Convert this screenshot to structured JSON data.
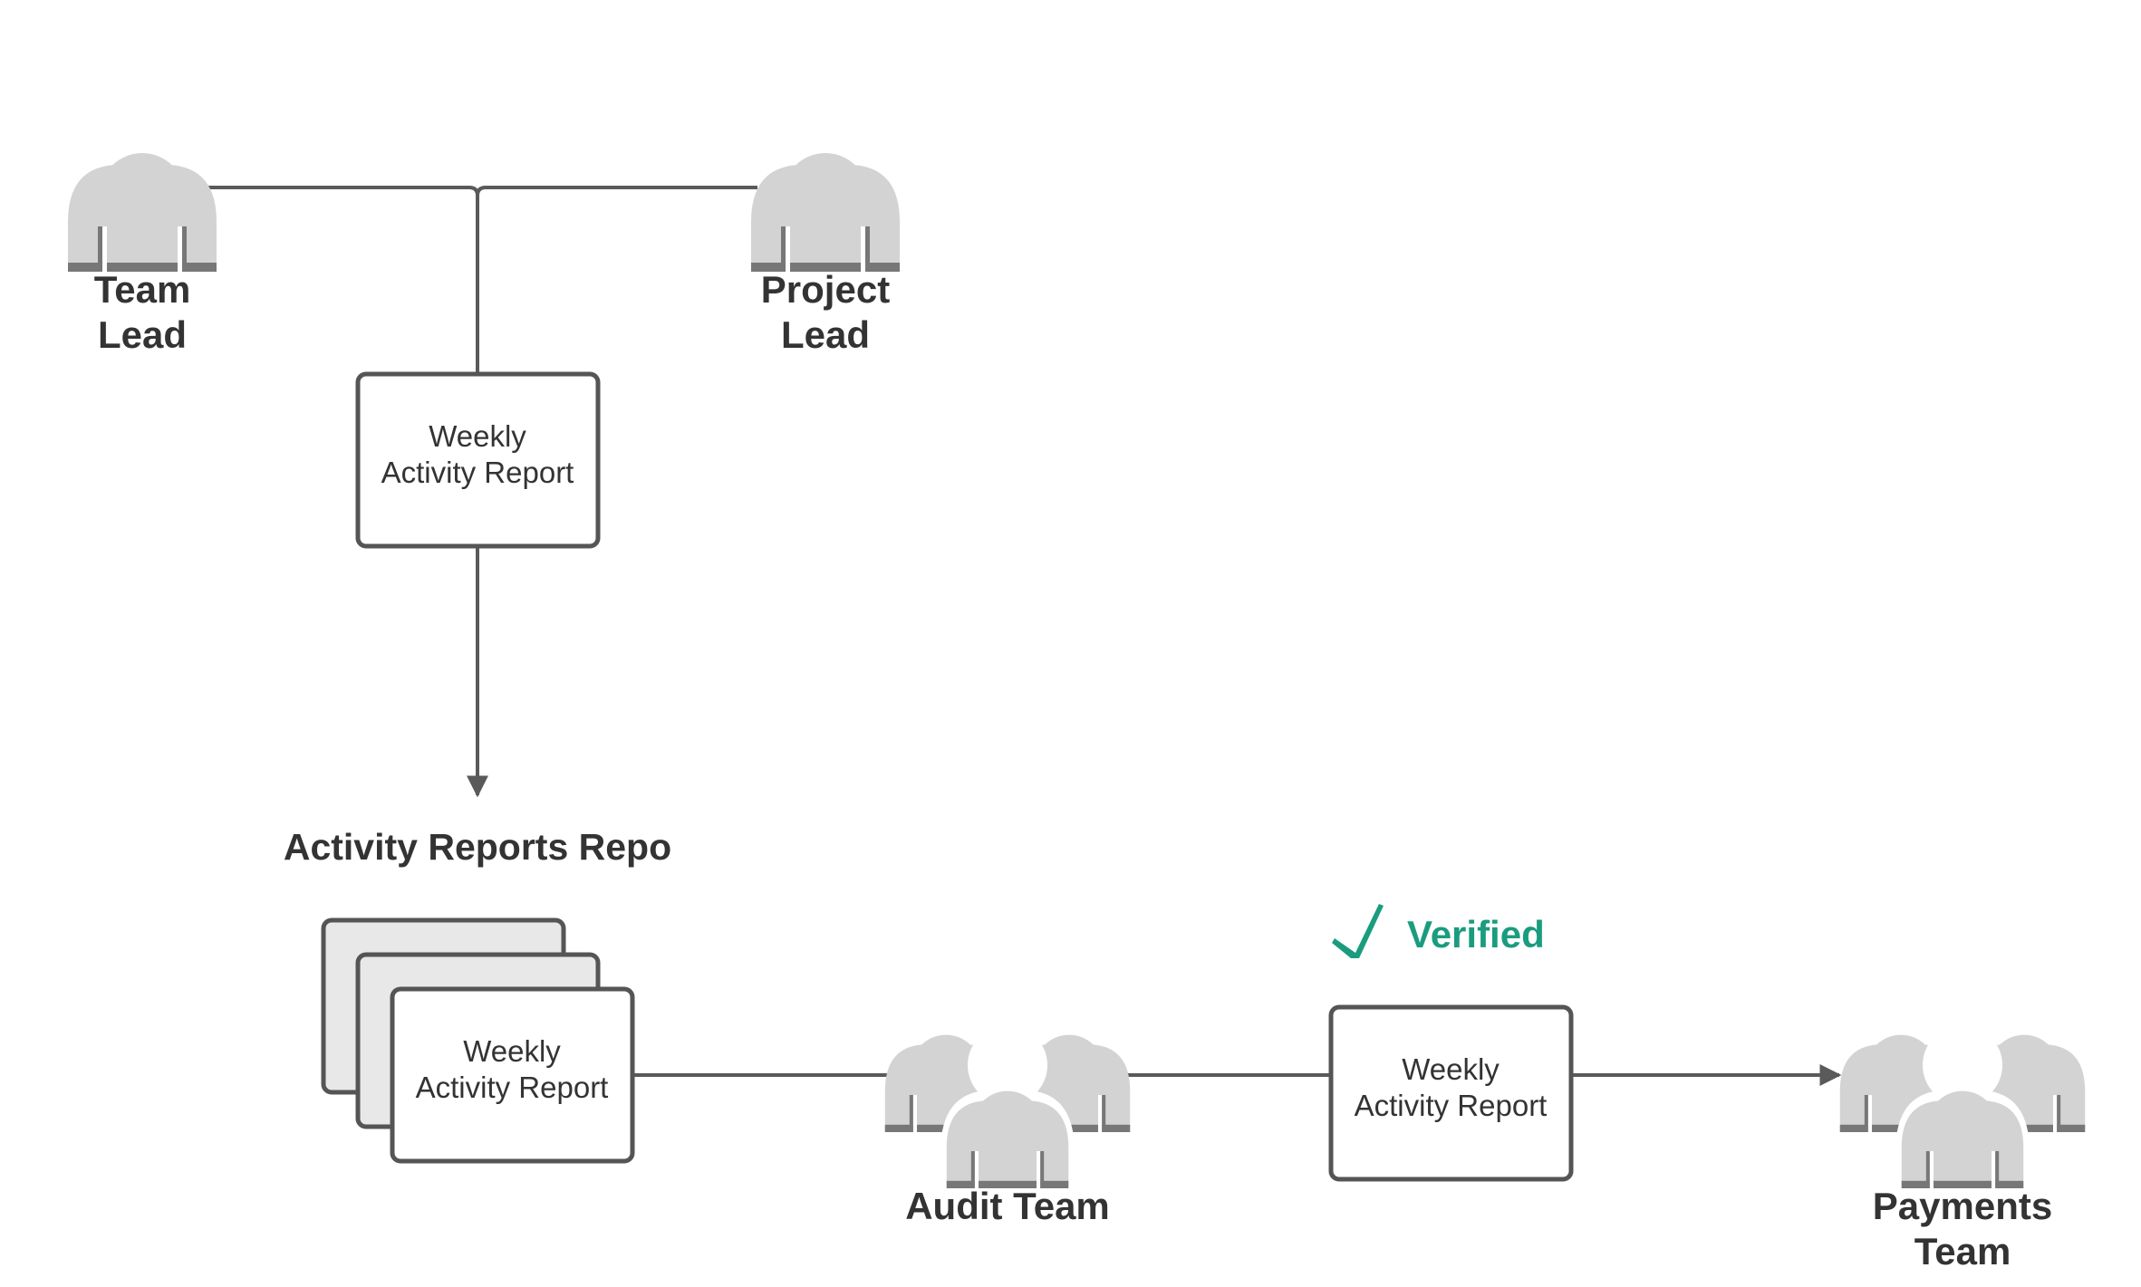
{
  "actors": {
    "team_lead": "Team\nLead",
    "project_lead": "Project\nLead",
    "audit_team": "Audit Team",
    "payments_team": "Payments\nTeam"
  },
  "documents": {
    "report_top": "Weekly\nActivity Report",
    "report_repo": "Weekly\nActivity Report",
    "report_verified": "Weekly\nActivity Report"
  },
  "repo": {
    "title": "Activity Reports Repo"
  },
  "status": {
    "verified_label": "Verified",
    "verified_icon": "checkmark-icon"
  },
  "colors": {
    "connector": "#5a5a5a",
    "person": "#d3d3d3",
    "person_shade": "#777777",
    "verified": "#1a9c7e",
    "box_border": "#555555",
    "stack_fill": "#e8e8e8"
  }
}
